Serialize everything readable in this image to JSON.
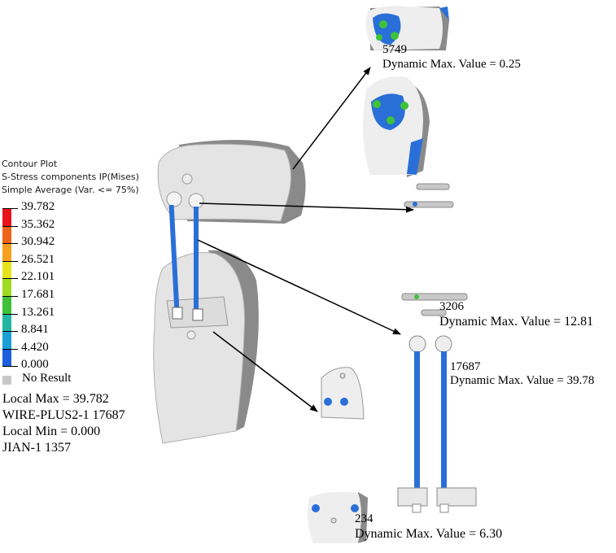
{
  "legend": {
    "title": "Contour Plot",
    "subtitle": "S-Stress components IP(Mises)",
    "averaging": "Simple Average (Var. <= 75%)",
    "ticks": [
      "39.782",
      "35.362",
      "30.942",
      "26.521",
      "22.101",
      "17.681",
      "13.261",
      "8.841",
      "4.420",
      "0.000"
    ],
    "colors": [
      "#e8141c",
      "#f06418",
      "#f7a01e",
      "#e7e21b",
      "#9edc22",
      "#3fc23a",
      "#22b5a4",
      "#1aa0d8",
      "#1c5fdc",
      "#d7d7d7"
    ],
    "no_result": "No Result",
    "local_max": "Local Max = 39.782",
    "local_max_loc": "WIRE-PLUS2-1 17687",
    "local_min": "Local Min = 0.000",
    "local_min_loc": "JIAN-1 1357"
  },
  "callouts": {
    "top_id": "5749",
    "top_value": "Dynamic Max. Value =  0.25",
    "mid_id": "3206",
    "mid_value": "Dynamic Max. Value =  12.81",
    "wire_id": "17687",
    "wire_value": "Dynamic Max. Value =  39.78",
    "bottom_id": "234",
    "bottom_value": "Dynamic Max. Value =  6.30"
  }
}
